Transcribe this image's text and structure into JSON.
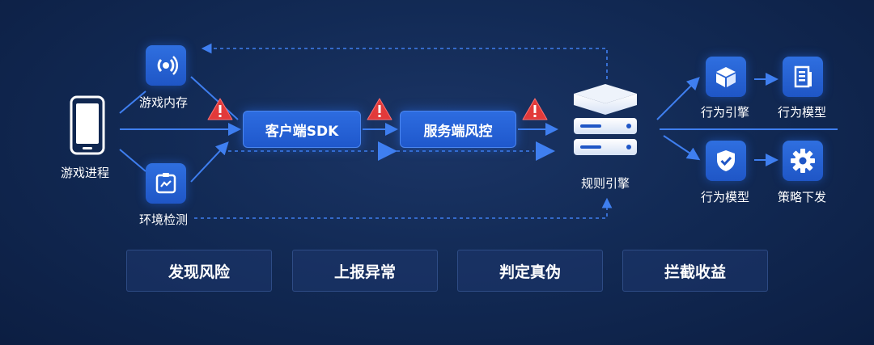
{
  "nodes": {
    "game_process": "游戏进程",
    "game_memory": "游戏内存",
    "env_detect": "环境检测",
    "client_sdk": "客户端SDK",
    "server_risk": "服务端风控",
    "rule_engine": "规则引擎",
    "behavior_engine": "行为引擎",
    "behavior_model_top": "行为模型",
    "behavior_model_bottom": "行为模型",
    "policy_dispatch": "策略下发"
  },
  "stages": [
    "发现风险",
    "上报异常",
    "判定真伪",
    "拦截收益"
  ],
  "icons": {
    "phone": "phone-icon",
    "memory": "signal-icon",
    "env": "chart-frame-icon",
    "warning": "warning-icon",
    "server": "server-stack-icon",
    "engine": "cube-icon",
    "model": "building-icon",
    "shield": "shield-check-icon",
    "gear": "gear-icon"
  },
  "colors": {
    "accent": "#2f6fe0",
    "line": "#3f7ff0",
    "warning": "#e23a3a"
  }
}
